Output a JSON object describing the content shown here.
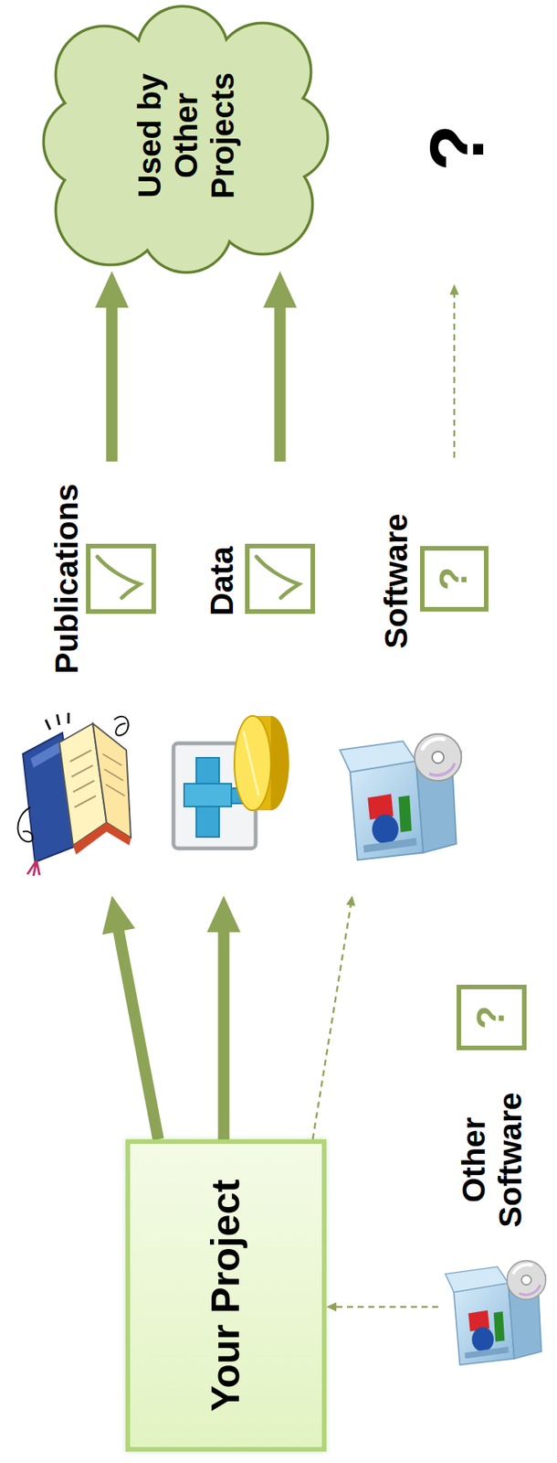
{
  "diagram": {
    "nodes": [
      {
        "text": [
          "Your Project"
        ]
      },
      {
        "text": [
          "Publications"
        ]
      },
      {
        "text": [
          "Data"
        ]
      },
      {
        "text": [
          "Software"
        ]
      },
      {
        "text": [
          "?"
        ]
      },
      {
        "text": [
          "Used by Other Projects"
        ]
      },
      {
        "text": [
          "Other Software"
        ]
      },
      {
        "text": [
          "?"
        ]
      }
    ],
    "edges": [
      {
        "from": 0,
        "to": 1,
        "arrow": "to"
      },
      {
        "from": 0,
        "to": 2,
        "arrow": "to"
      },
      {
        "from": 0,
        "to": 3,
        "arrow": "to"
      },
      {
        "from": 1,
        "to": 5,
        "arrow": "to"
      },
      {
        "from": 2,
        "to": 5,
        "arrow": "to"
      },
      {
        "from": 6,
        "to": 0,
        "arrow": "to"
      }
    ],
    "labels": [
      "?"
    ]
  }
}
